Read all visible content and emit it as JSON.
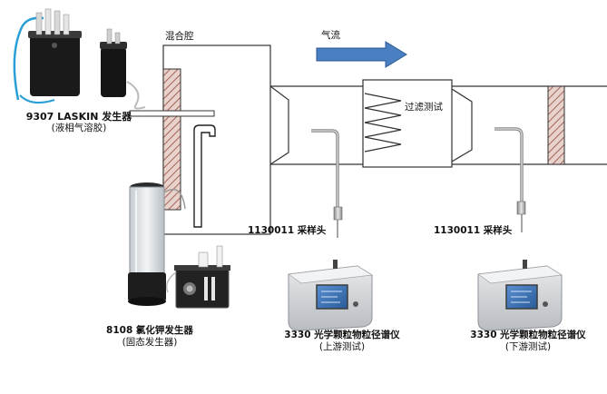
{
  "labels": {
    "laskin_line1": "9307 LASKIN 发生器",
    "laskin_line2": "(液相气溶胶)",
    "mixing_chamber": "混合腔",
    "airflow": "气流",
    "filter_test": "过滤测试",
    "probe_left": "1130011 采样头",
    "probe_right": "1130011 采样头",
    "kcl_line1": "8108 氯化钾发生器",
    "kcl_line2": "(固态发生器)",
    "spectrometer_up_line1": "3330 光学颗粒物粒径谱仪",
    "spectrometer_up_line2": "(上游测试)",
    "spectrometer_down_line1": "3330 光学颗粒物粒径谱仪",
    "spectrometer_down_line2": "(下游测试)"
  },
  "colors": {
    "duct_line": "#333333",
    "hatch": "#b5857a",
    "arrow_fill": "#4a7fc1",
    "arrow_stroke": "#2c5a94",
    "probe": "#9a9a9a",
    "device_body": "#d4d6d8",
    "screen": "#3a6fb0"
  }
}
